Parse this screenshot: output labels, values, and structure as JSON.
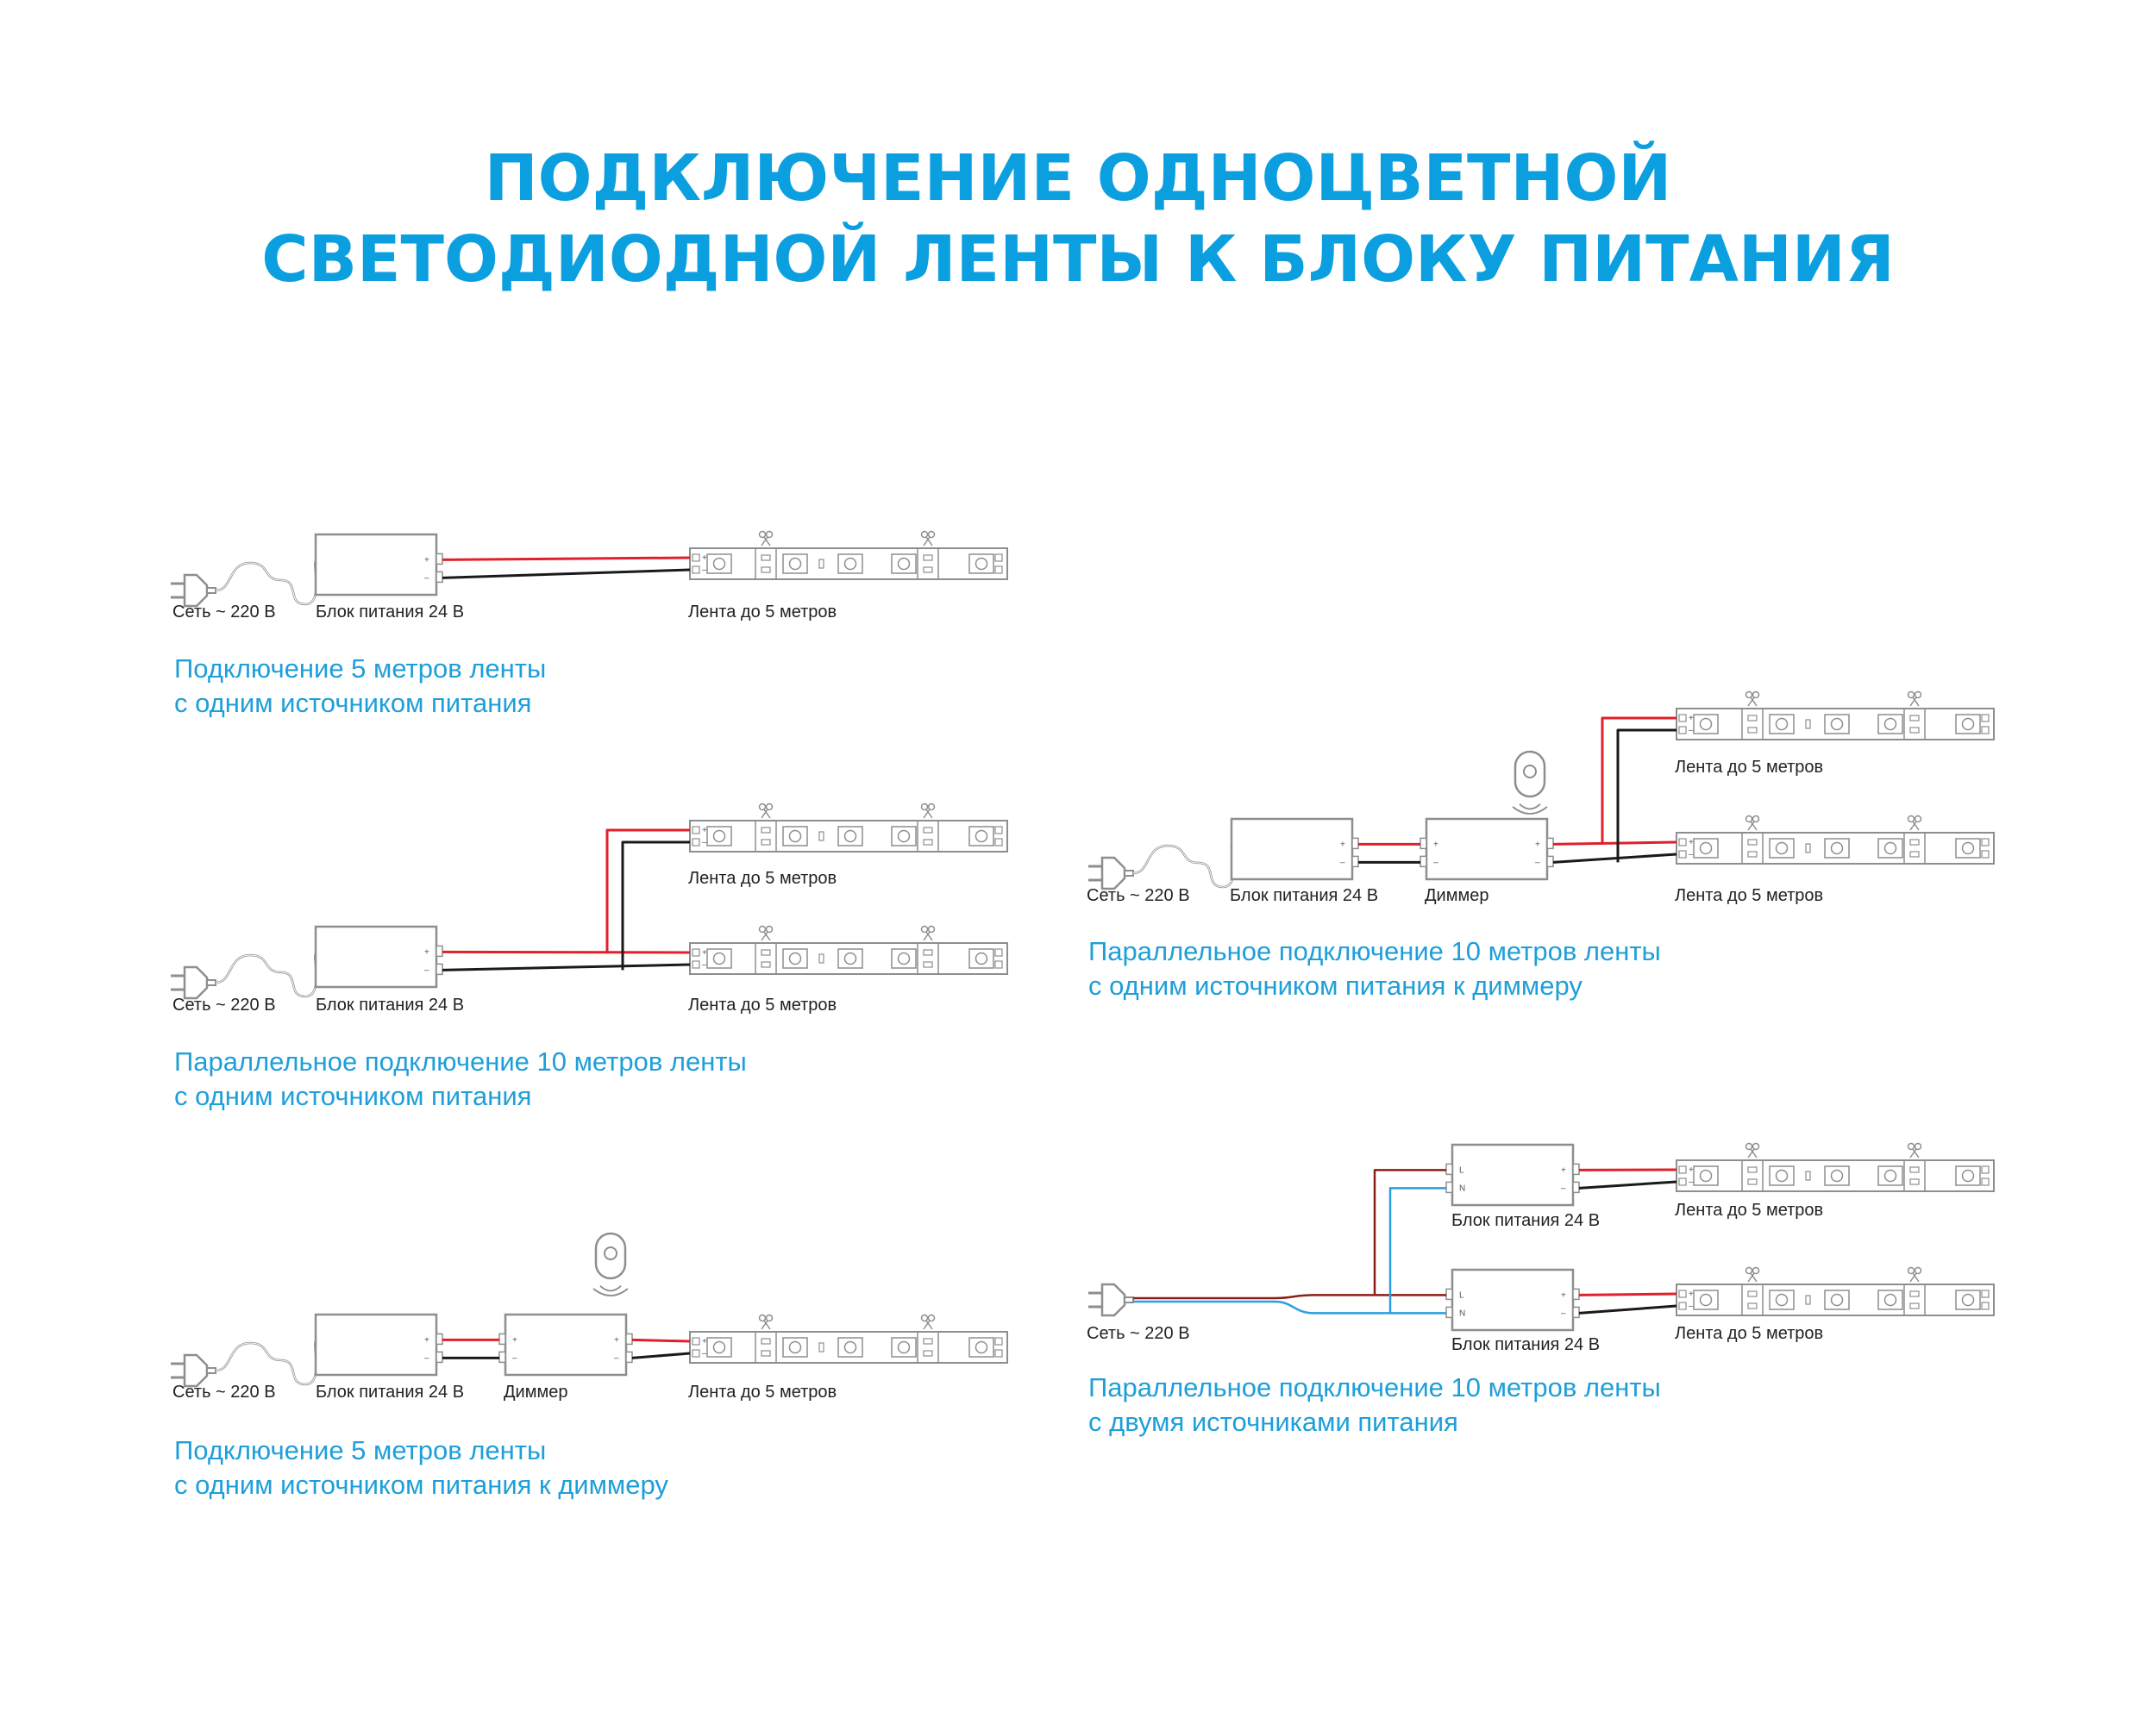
{
  "title": {
    "line1": "ПОДКЛЮЧЕНИЕ ОДНОЦВЕТНОЙ",
    "line2": "СВЕТОДИОДНОЙ ЛЕНТЫ К БЛОКУ ПИТАНИЯ"
  },
  "labels": {
    "mains": "Сеть ~ 220 В",
    "psu": "Блок питания 24 В",
    "dimmer": "Диммер",
    "strip": "Лента до 5 метров",
    "plus": "+",
    "minus": "–",
    "L": "L",
    "N": "N"
  },
  "captions": {
    "d1": [
      "Подключение 5 метров ленты",
      "с одним источником питания"
    ],
    "d2": [
      "Параллельное подключение 10 метров ленты",
      "с одним источником питания"
    ],
    "d3": [
      "Подключение 5 метров ленты",
      "с одним источником питания к диммеру"
    ],
    "d4": [
      "Параллельное подключение 10 метров ленты",
      "с одним источником питания к диммеру"
    ],
    "d5": [
      "Параллельное подключение 10 метров ленты",
      "с двумя источниками питания"
    ]
  },
  "colors": {
    "title": "#0b9fe0",
    "caption": "#1e9fd9",
    "wire_positive": "#e0202a",
    "wire_negative": "#1a1a1a",
    "wire_live": "#8b1f17",
    "wire_neutral": "#2a9ee0",
    "outline": "#8e8e8e"
  }
}
